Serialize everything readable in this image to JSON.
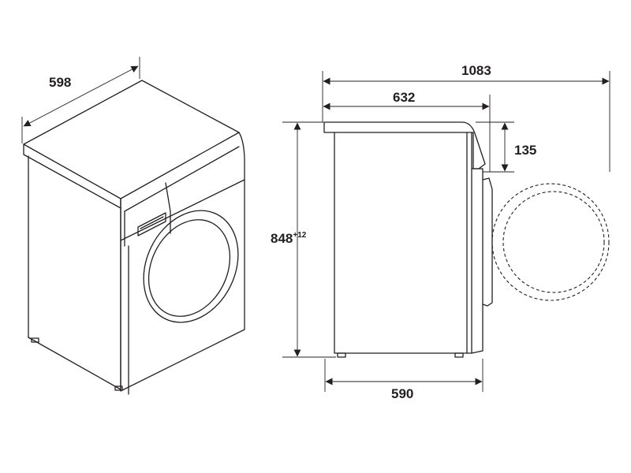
{
  "dimensions": {
    "width_front": "598",
    "total_depth_door_open": "1083",
    "depth_with_top": "632",
    "top_panel_height": "135",
    "height": "848",
    "height_tolerance": "+12",
    "body_depth": "590"
  },
  "colors": {
    "line": "#231f20",
    "background": "#ffffff"
  }
}
